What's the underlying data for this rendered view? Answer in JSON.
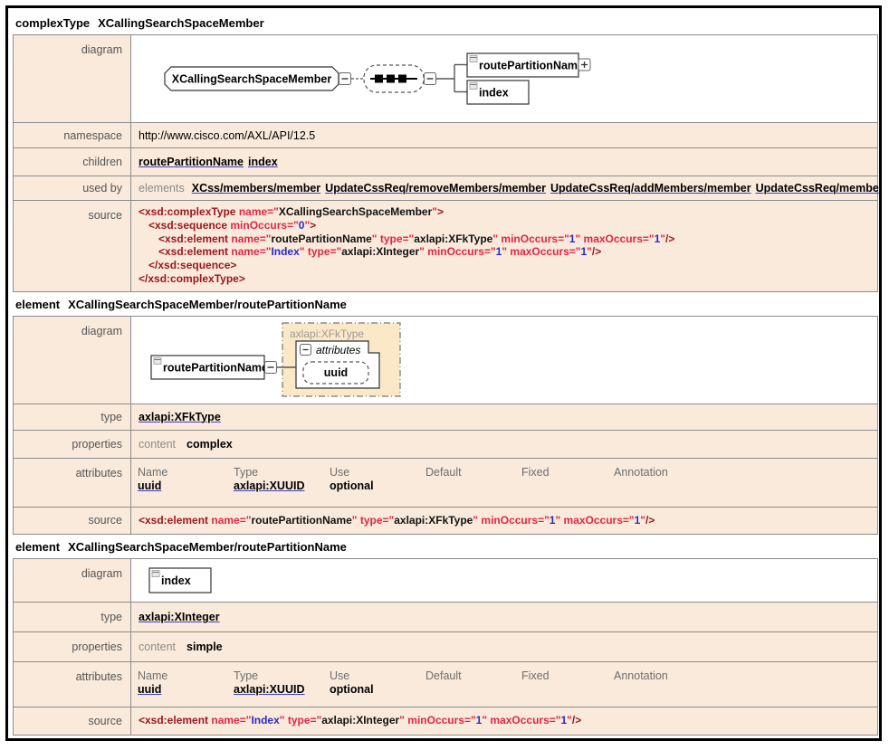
{
  "colors": {
    "row_bg": "#FAEADB",
    "type_box_bg": "#FAE8C6",
    "table_border": "#8C8C8C",
    "outer_border": "#000000",
    "label_text": "#555555",
    "muted_text": "#8A8A8A",
    "link_underline": "#3D3DC0",
    "src_tag": "#9A151B",
    "src_attr": "#E02645",
    "src_value": "#111111",
    "src_number": "#2929C8"
  },
  "row_labels": {
    "diagram": "diagram",
    "namespace": "namespace",
    "children": "children",
    "used_by": "used by",
    "type": "type",
    "properties": "properties",
    "attributes": "attributes",
    "source": "source"
  },
  "sections": [
    {
      "title_kind": "complexType",
      "title_name": "XCallingSearchSpaceMember",
      "namespace": "http://www.cisco.com/AXL/API/12.5",
      "children_links": [
        "routePartitionName",
        "index"
      ],
      "used_by_prefix": "elements",
      "used_by_links": [
        "XCss/members/member",
        "UpdateCssReq/removeMembers/member",
        "UpdateCssReq/addMembers/member",
        "UpdateCssReq/members/member"
      ],
      "diagram": {
        "root": "XCallingSearchSpaceMember",
        "children": [
          "routePartitionName",
          "index"
        ]
      },
      "source_lines": [
        {
          "i": 0,
          "t": [
            [
              "t",
              "<xsd:complexType"
            ],
            [
              "a",
              " name=\""
            ],
            [
              "v",
              "XCallingSearchSpaceMember"
            ],
            [
              "a",
              "\""
            ],
            [
              "t",
              ">"
            ]
          ]
        },
        {
          "i": 1,
          "t": [
            [
              "t",
              "<xsd:sequence"
            ],
            [
              "a",
              " minOccurs=\""
            ],
            [
              "n",
              "0"
            ],
            [
              "a",
              "\""
            ],
            [
              "t",
              ">"
            ]
          ]
        },
        {
          "i": 2,
          "t": [
            [
              "t",
              "<xsd:element"
            ],
            [
              "a",
              " name=\""
            ],
            [
              "v",
              "routePartitionName"
            ],
            [
              "a",
              "\""
            ],
            [
              "a",
              " type=\""
            ],
            [
              "v",
              "axlapi:XFkType"
            ],
            [
              "a",
              "\""
            ],
            [
              "a",
              " minOccurs=\""
            ],
            [
              "n",
              "1"
            ],
            [
              "a",
              "\""
            ],
            [
              "a",
              " maxOccurs=\""
            ],
            [
              "n",
              "1"
            ],
            [
              "a",
              "\""
            ],
            [
              "t",
              "/>"
            ]
          ]
        },
        {
          "i": 2,
          "t": [
            [
              "t",
              "<xsd:element"
            ],
            [
              "a",
              " name=\""
            ],
            [
              "n",
              "Index"
            ],
            [
              "a",
              "\""
            ],
            [
              "a",
              " type=\""
            ],
            [
              "v",
              "axlapi:XInteger"
            ],
            [
              "a",
              "\""
            ],
            [
              "a",
              " minOccurs=\""
            ],
            [
              "n",
              "1"
            ],
            [
              "a",
              "\""
            ],
            [
              "a",
              " maxOccurs=\""
            ],
            [
              "n",
              "1"
            ],
            [
              "a",
              "\""
            ],
            [
              "t",
              "/>"
            ]
          ]
        },
        {
          "i": 1,
          "t": [
            [
              "t",
              "</xsd:sequence>"
            ]
          ]
        },
        {
          "i": 0,
          "t": [
            [
              "t",
              "</xsd:complexType>"
            ]
          ]
        }
      ]
    },
    {
      "title_kind": "element",
      "title_name": "XCallingSearchSpaceMember/routePartitionName",
      "type_link": "axlapi:XFkType",
      "properties": {
        "label": "content",
        "value": "complex"
      },
      "attributes": {
        "headers": [
          "Name",
          "Type",
          "Use",
          "Default",
          "Fixed",
          "Annotation"
        ],
        "name": "uuid",
        "type": "axlapi:XUUID",
        "use": "optional"
      },
      "diagram": {
        "element": "routePartitionName",
        "type_box": "axlapi:XFkType",
        "attributes_label": "attributes",
        "attr_name": "uuid"
      },
      "source_lines": [
        {
          "i": 0,
          "t": [
            [
              "t",
              "<xsd:element"
            ],
            [
              "a",
              " name=\""
            ],
            [
              "v",
              "routePartitionName"
            ],
            [
              "a",
              "\""
            ],
            [
              "a",
              " type=\""
            ],
            [
              "v",
              "axlapi:XFkType"
            ],
            [
              "a",
              "\""
            ],
            [
              "a",
              " minOccurs=\""
            ],
            [
              "n",
              "1"
            ],
            [
              "a",
              "\""
            ],
            [
              "a",
              " maxOccurs=\""
            ],
            [
              "n",
              "1"
            ],
            [
              "a",
              "\""
            ],
            [
              "t",
              "/>"
            ]
          ]
        }
      ]
    },
    {
      "title_kind": "element",
      "title_name": "XCallingSearchSpaceMember/routePartitionName",
      "type_link": "axlapi:XInteger",
      "properties": {
        "label": "content",
        "value": "simple"
      },
      "attributes": {
        "headers": [
          "Name",
          "Type",
          "Use",
          "Default",
          "Fixed",
          "Annotation"
        ],
        "name": "uuid",
        "type": "axlapi:XUUID",
        "use": "optional"
      },
      "diagram": {
        "element": "index"
      },
      "source_lines": [
        {
          "i": 0,
          "t": [
            [
              "t",
              "<xsd:element"
            ],
            [
              "a",
              " name=\""
            ],
            [
              "n",
              "Index"
            ],
            [
              "a",
              "\""
            ],
            [
              "a",
              " type=\""
            ],
            [
              "v",
              "axlapi:XInteger"
            ],
            [
              "a",
              "\""
            ],
            [
              "a",
              " minOccurs=\""
            ],
            [
              "n",
              "1"
            ],
            [
              "a",
              "\""
            ],
            [
              "a",
              " maxOccurs=\""
            ],
            [
              "n",
              "1"
            ],
            [
              "a",
              "\""
            ],
            [
              "t",
              "/>"
            ]
          ]
        }
      ]
    }
  ]
}
